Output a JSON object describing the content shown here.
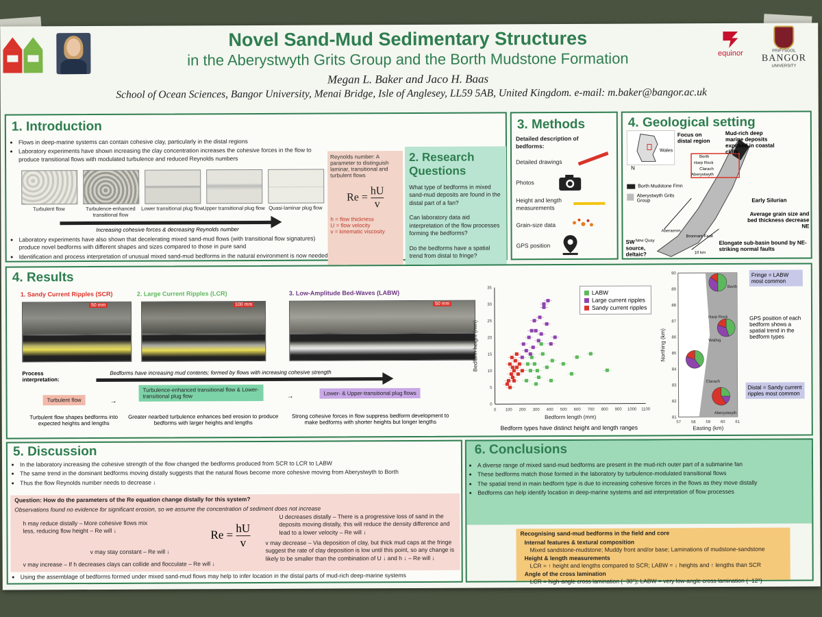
{
  "header": {
    "title_line1": "Novel Sand-Mud Sedimentary Structures",
    "title_line2": "in the Aberystwyth Grits Group and the Borth Mudstone Formation",
    "authors": "Megan L. Baker and Jaco H. Baas",
    "affiliation": "School of Ocean Sciences, Bangor University, Menai Bridge, Isle of Anglesey, LL59 5AB, United Kingdom. e-mail: m.baker@bangor.ac.uk",
    "sponsor_1": "equinor",
    "sponsor_2_small": "PRIFYSGOL",
    "sponsor_2_big": "BANGOR",
    "sponsor_2_sub": "UNIVERSITY",
    "brand_green": "#2e7d4f"
  },
  "introduction": {
    "heading": "1. Introduction",
    "bullets_top": [
      "Flows in deep-marine systems can contain cohesive clay, particularly in the distal regions",
      "Laboratory experiments have shown increasing the clay concentration increases the cohesive forces in the flow to produce transitional flows with modulated turbulence and reduced Reynolds numbers"
    ],
    "flow_types": [
      "Turbulent flow",
      "Turbulence-enhanced transitional flow",
      "Lower transitional plug flow",
      "Upper transitional plug flow",
      "Quasi-laminar plug flow"
    ],
    "arrow_caption": "Increasing cohesive forces & decreasing Reynolds number",
    "bullets_bottom": [
      "Laboratory experiments have also shown that decelerating mixed sand-mud flows (with transitional flow signatures) produce novel bedforms with different shapes and sizes compared to those in pure sand",
      "Identification and process interpretation of unusual mixed sand-mud bedforms in the natural environment is now needed"
    ]
  },
  "reynolds": {
    "text": "Reynolds number: A parameter to distinguish laminar, transitional and turbulent flows",
    "eq_lhs": "Re =",
    "eq_num": "hU",
    "eq_den": "v",
    "defs": [
      "h = flow thickness",
      "U = flow velocity",
      "v = kinematic viscosity"
    ]
  },
  "research": {
    "heading": "2. Research Questions",
    "questions": [
      "What type of bedforms in mixed sand-mud deposits are found in the distal part of a fan?",
      "Can laboratory data aid interpretation of the flow processes forming the bedforms?",
      "Do the bedforms have a spatial trend from distal to fringe?"
    ]
  },
  "methods": {
    "heading": "3. Methods",
    "intro": "Detailed description of bedforms:",
    "items": [
      "Detailed drawings",
      "Photos",
      "Height and length measurements",
      "Grain-size data",
      "GPS position"
    ]
  },
  "geology": {
    "heading": "4. Geological setting",
    "focus": "Focus on distal region",
    "mudrich": "Mud-rich deep marine deposits exposed in coastal cliffs",
    "legend": [
      "Borth Mudstone Fmn",
      "Aberystwyth Grits Group"
    ],
    "age": "Early Silurian",
    "trend": "Average grain size and bed thickness decrease NE",
    "source": "SW source, deltaic?",
    "basin": "Elongate sub-basin bound by NE-striking normal faults",
    "scale": "10 km",
    "places": [
      "Borth",
      "Harp Rock",
      "Clarach",
      "Aberystwyth",
      "Aberaeron",
      "New Quay",
      "Bronnant Fault",
      "Wales",
      "N"
    ]
  },
  "results": {
    "heading": "4. Results",
    "labels": [
      "1. Sandy Current Ripples (SCR)",
      "2. Large Current Ripples (LCR)",
      "3. Low-Amplitude Bed-Waves (LABW)"
    ],
    "scales": [
      "50 mm",
      "100 mm",
      "50 mm"
    ],
    "process_label": "Process interpretation:",
    "mud_arrow": "Bedforms have increasing mud contents; formed by flows with increasing cohesive strength",
    "flows": [
      "Turbulent flow",
      "Turbulence-enhanced transitional flow & Lower-transitional plug flow",
      "Lower- & Upper-transitional plug flows"
    ],
    "interpretations": [
      "Turbulent flow shapes bedforms into expected heights and lengths",
      "Greater nearbed turbulence enhances bed erosion to produce bedforms with larger heights and lengths",
      "Strong cohesive forces in flow suppress bedform development to make bedforms with shorter heights but longer lengths"
    ],
    "chart_caption": "Bedform types have distinct height and length ranges",
    "gps_text": "GPS position of each bedform shows a spatial trend in the bedform types",
    "fringe": "Fringe = LABW most common",
    "distal": "Distal = Sandy current ripples most common",
    "map_places": [
      "Borth",
      "Harp Rock",
      "Wallog",
      "Clarach",
      "Aberystwyth"
    ]
  },
  "chart_data": [
    {
      "type": "scatter",
      "xlabel": "Bedform length (mm)",
      "ylabel": "Bedform height (mm)",
      "xlim": [
        0,
        1100
      ],
      "ylim": [
        0,
        35
      ],
      "xticks": [
        0,
        100,
        200,
        300,
        400,
        500,
        600,
        700,
        800,
        900,
        1000,
        1100
      ],
      "yticks": [
        0,
        5,
        10,
        15,
        20,
        25,
        30,
        35
      ],
      "legend_position": "top-right",
      "series": [
        {
          "name": "LABW",
          "color": "#5cb85c",
          "points": [
            [
              230,
              7
            ],
            [
              260,
              10
            ],
            [
              290,
              12
            ],
            [
              320,
              8
            ],
            [
              350,
              15
            ],
            [
              380,
              11
            ],
            [
              420,
              13
            ],
            [
              300,
              6
            ],
            [
              270,
              14
            ],
            [
              500,
              12
            ],
            [
              560,
              9
            ],
            [
              820,
              10
            ],
            [
              410,
              7
            ],
            [
              340,
              18
            ],
            [
              240,
              12
            ],
            [
              310,
              10
            ],
            [
              600,
              14
            ],
            [
              700,
              15
            ]
          ]
        },
        {
          "name": "Large current ripples",
          "color": "#8e44ad",
          "points": [
            [
              210,
              18
            ],
            [
              250,
              20
            ],
            [
              300,
              22
            ],
            [
              330,
              26
            ],
            [
              360,
              29
            ],
            [
              390,
              31
            ],
            [
              280,
              17
            ],
            [
              320,
              19
            ],
            [
              260,
              15
            ],
            [
              340,
              21
            ],
            [
              380,
              24
            ],
            [
              230,
              16
            ],
            [
              410,
              18
            ],
            [
              360,
              30
            ],
            [
              290,
              25
            ],
            [
              270,
              22
            ],
            [
              440,
              20
            ],
            [
              200,
              14
            ]
          ]
        },
        {
          "name": "Sandy current ripples",
          "color": "#d9342b",
          "points": [
            [
              100,
              7
            ],
            [
              120,
              9
            ],
            [
              140,
              10
            ],
            [
              110,
              12
            ],
            [
              130,
              8
            ],
            [
              160,
              11
            ],
            [
              150,
              13
            ],
            [
              170,
              9
            ],
            [
              90,
              6
            ],
            [
              125,
              14
            ],
            [
              180,
              12
            ],
            [
              140,
              7
            ],
            [
              110,
              5
            ],
            [
              200,
              10
            ],
            [
              160,
              15
            ],
            [
              130,
              11
            ]
          ]
        }
      ]
    },
    {
      "type": "pie",
      "title": "Bedform proportions along section",
      "ylabel": "Northing (km)",
      "xlabel": "Easting (km)",
      "xticks": [
        57,
        58,
        59,
        60,
        61
      ],
      "yticks": [
        81,
        82,
        83,
        84,
        85,
        86,
        87,
        88,
        89,
        90
      ],
      "categories": [
        "LABW",
        "Large current ripples",
        "Sandy current ripples"
      ],
      "pies": [
        {
          "location": "Borth",
          "values": [
            50,
            35,
            15
          ]
        },
        {
          "location": "Harp Rock",
          "values": [
            45,
            35,
            20
          ]
        },
        {
          "location": "Wallog",
          "values": [
            40,
            40,
            20
          ]
        },
        {
          "location": "Aberystwyth",
          "values": [
            25,
            15,
            60
          ]
        }
      ]
    }
  ],
  "discussion": {
    "heading": "5. Discussion",
    "bullets": [
      "In the laboratory increasing the cohesive strength of the flow changed the bedforms produced from SCR to LCR to LABW",
      "The same trend in the dominant bedforms moving distally suggests that the natural flows become more cohesive moving from Aberystwyth to Borth",
      "Thus the flow Reynolds number needs to decrease ↓",
      "Question: How do the parameters of the Re equation change distally for this system?"
    ],
    "observation": "Observations found no evidence for significant erosion, so we assume the concentration of sediment does not increase",
    "h_note": "h may reduce distally – More cohesive flows mix less, reducing flow height – Re will ↓",
    "u_note": "U decreases distally – There is a progressive loss of sand in the deposits moving distally, this will reduce the density difference and lead to a lower velocity – Re will ↓",
    "v_const": "v may stay constant – Re will ↓",
    "v_dec": "v may decrease – Via deposition of clay, but thick mud caps at the fringe suggest the rate of clay deposition is low until this point, so any change is likely to be smaller than the combination of U ↓ and h ↓ – Re will ↓",
    "v_inc": "v may increase – If h decreases clays can collide and flocculate – Re will ↓",
    "last": "Using the assemblage of bedforms formed under mixed sand-mud flows may help to infer location in the distal parts of mud-rich deep-marine systems"
  },
  "conclusions": {
    "heading": "6. Conclusions",
    "bullets": [
      "A diverse range of mixed sand-mud bedforms are present in the mud-rich outer part of a submarine fan",
      "These bedforms match those formed in the laboratory by turbulence-modulated transitional flows",
      "The spatial trend in main bedform type is due to increasing cohesive forces in the flows as they move distally",
      "Bedforms can help identify location in deep-marine systems and aid interpretation of flow processes"
    ],
    "box_title": "Recognising sand-mud bedforms in the field and core",
    "items": [
      {
        "head": "Internal features & textural composition",
        "text": "Mixed sandstone-mudstone; Muddy front and/or base; Laminations of mudstone-sandstone"
      },
      {
        "head": "Height & length measurements",
        "text": "LCR = ↑ height and lengths compared to SCR; LABW = ↓ heights and ↑ lengths than SCR"
      },
      {
        "head": "Angle of the cross lamination",
        "text": "LCR = high-angle cross lamination (~30°); LABW = very low-angle cross lamination (~12°)"
      }
    ]
  }
}
